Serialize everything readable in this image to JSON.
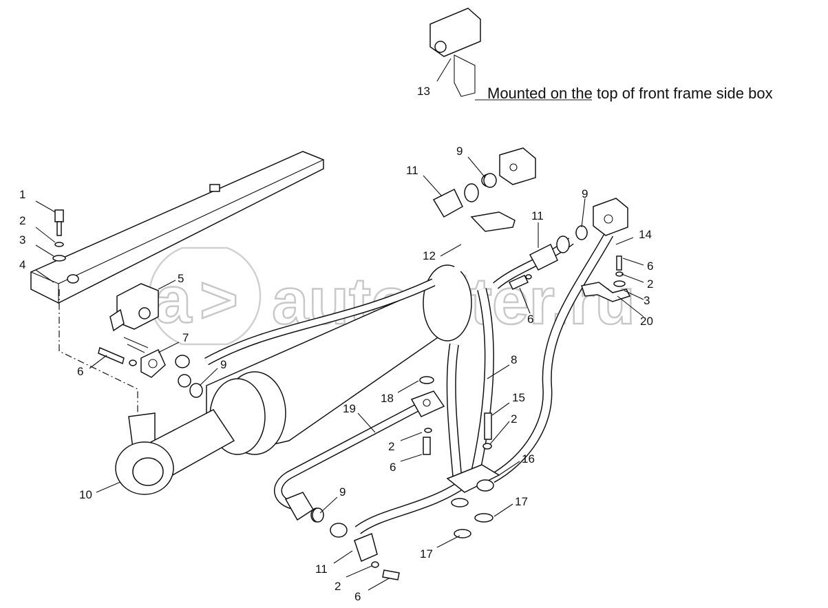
{
  "watermark": {
    "text": "autopiter.ru"
  },
  "note": {
    "text": "Mounted on the top of front frame side box"
  },
  "callouts": [
    {
      "id": "c1",
      "label": "1"
    },
    {
      "id": "c2a",
      "label": "2"
    },
    {
      "id": "c3a",
      "label": "3"
    },
    {
      "id": "c4",
      "label": "4"
    },
    {
      "id": "c5",
      "label": "5"
    },
    {
      "id": "c6a",
      "label": "6"
    },
    {
      "id": "c7",
      "label": "7"
    },
    {
      "id": "c9a",
      "label": "9"
    },
    {
      "id": "c10",
      "label": "10"
    },
    {
      "id": "c11a",
      "label": "11"
    },
    {
      "id": "c9b",
      "label": "9"
    },
    {
      "id": "c12",
      "label": "12"
    },
    {
      "id": "c11b",
      "label": "11"
    },
    {
      "id": "c9c",
      "label": "9"
    },
    {
      "id": "c14",
      "label": "14"
    },
    {
      "id": "c6b",
      "label": "6"
    },
    {
      "id": "c2b",
      "label": "2"
    },
    {
      "id": "c3b",
      "label": "3"
    },
    {
      "id": "c20",
      "label": "20"
    },
    {
      "id": "c6c",
      "label": "6"
    },
    {
      "id": "c13",
      "label": "13"
    },
    {
      "id": "c8",
      "label": "8"
    },
    {
      "id": "c18",
      "label": "18"
    },
    {
      "id": "c19",
      "label": "19"
    },
    {
      "id": "c15",
      "label": "15"
    },
    {
      "id": "c2c",
      "label": "2"
    },
    {
      "id": "c2d",
      "label": "2"
    },
    {
      "id": "c6d",
      "label": "6"
    },
    {
      "id": "c16",
      "label": "16"
    },
    {
      "id": "c17a",
      "label": "17"
    },
    {
      "id": "c17b",
      "label": "17"
    },
    {
      "id": "c9d",
      "label": "9"
    },
    {
      "id": "c11c",
      "label": "11"
    },
    {
      "id": "c2e",
      "label": "2"
    },
    {
      "id": "c6e",
      "label": "6"
    }
  ]
}
